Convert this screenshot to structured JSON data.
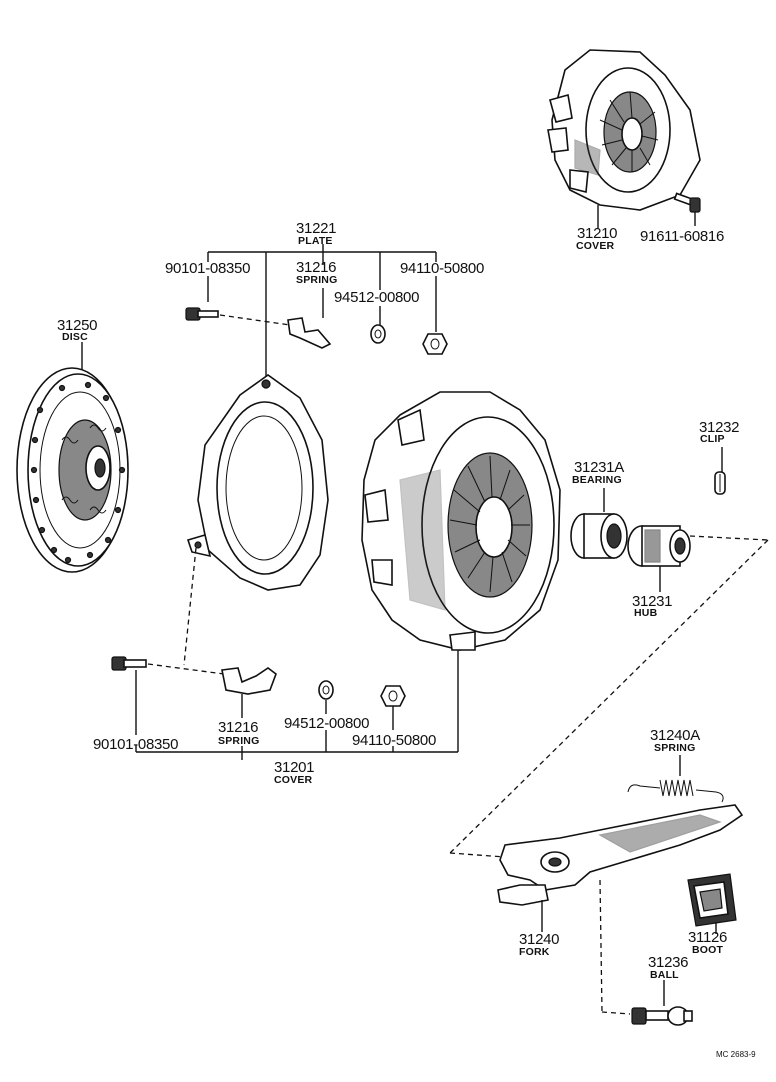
{
  "labels": {
    "cover_top_number": "31210",
    "cover_top_name": "COVER",
    "bolt_top": "91611-60816",
    "plate_number": "31221",
    "plate_name": "PLATE",
    "bolt_a": "90101-08350",
    "spring_top_number": "31216",
    "spring_top_name": "SPRING",
    "nut_top": "94110-50800",
    "washer_top": "94512-00800",
    "disc_number": "31250",
    "disc_name": "DISC",
    "clip_number": "31232",
    "clip_name": "CLIP",
    "bearing_number": "31231A",
    "bearing_name": "BEARING",
    "hub_number": "31231",
    "hub_name": "HUB",
    "bolt_b": "90101-08350",
    "spring_bottom_number": "31216",
    "spring_bottom_name": "SPRING",
    "washer_bottom": "94512-00800",
    "nut_bottom": "94110-50800",
    "cover_main_number": "31201",
    "cover_main_name": "COVER",
    "spring_fork_number": "31240A",
    "spring_fork_name": "SPRING",
    "fork_number": "31240",
    "fork_name": "FORK",
    "boot_number": "31126",
    "boot_name": "BOOT",
    "ball_number": "31236",
    "ball_name": "BALL",
    "reference": "MC 2683-9"
  }
}
